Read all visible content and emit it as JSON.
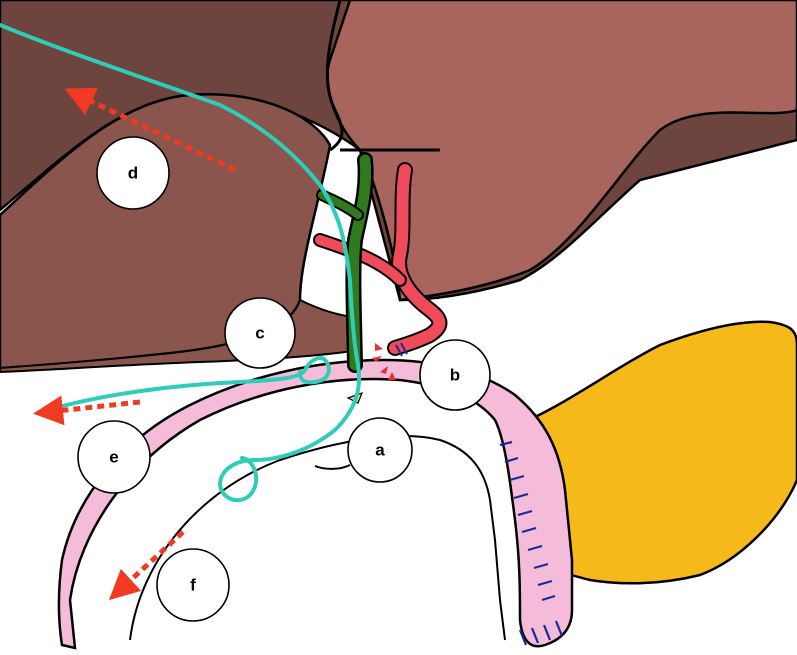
{
  "labels": {
    "a": "a",
    "b": "b",
    "c": "c",
    "d": "d",
    "e": "e",
    "f": "f"
  },
  "colors": {
    "liver_dark": "#6e453e",
    "liver_mid": "#8a554d",
    "liver_light": "#a8655e",
    "duodenum": "#f4bcd8",
    "pancreas": "#f6b91a",
    "bile_duct": "#2f7a1c",
    "hepatic_artery": "#f04b5a",
    "drain_tube": "#2fcdb8",
    "arrow": "#f03a22",
    "suture": "#1a2a9a",
    "outline": "#000000"
  },
  "icons": [
    "drain-tube-icon",
    "arrow-icon",
    "suture-icon"
  ]
}
